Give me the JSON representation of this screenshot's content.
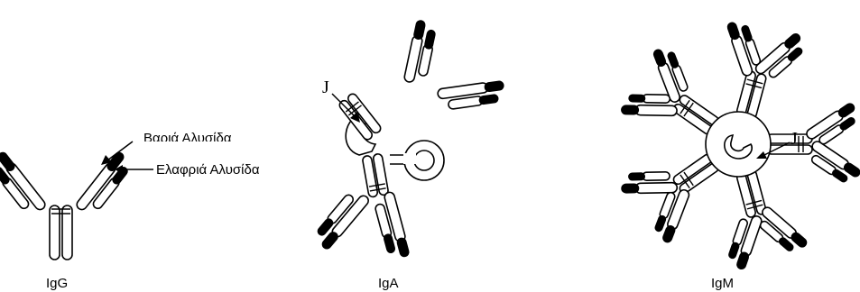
{
  "figure": {
    "labels": {
      "igg": "IgG",
      "iga": "IgA",
      "igm": "IgM",
      "heavy_chain": "Βαριά Αλυσίδα",
      "light_chain": "Ελαφριά Αλυσίδα",
      "j_chain_iga": "J",
      "j_chain_igm": "J"
    },
    "colors": {
      "outline": "#000000",
      "variable_tip": "#000000",
      "fill": "#ffffff"
    }
  }
}
